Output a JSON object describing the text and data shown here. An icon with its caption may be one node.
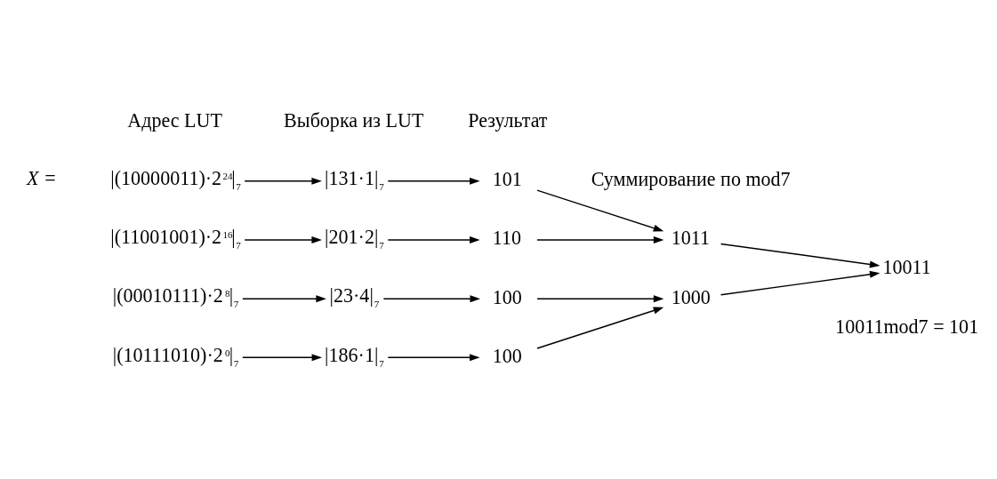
{
  "diagram": {
    "nodes": [
      {
        "text": [
          "|(10000011)·2$^{24}$|$_{7}$"
        ]
      },
      {
        "text": [
          "|131·1|$_{7}$"
        ]
      },
      {
        "text": [
          "101"
        ]
      },
      {
        "text": [
          "|(11001001)·2$^{16}$|$_{7}$"
        ]
      },
      {
        "text": [
          "|201·2|$_{7}$"
        ]
      },
      {
        "text": [
          "110"
        ]
      },
      {
        "text": [
          "|(00010111)·2$^{8}$|$_{7}$"
        ]
      },
      {
        "text": [
          "|23·4|$_{7}$"
        ]
      },
      {
        "text": [
          "100"
        ]
      },
      {
        "text": [
          "|(10111010)·2$^{0}$|$_{7}$"
        ]
      },
      {
        "text": [
          "|186·1|$_{7}$"
        ]
      },
      {
        "text": [
          "100"
        ]
      },
      {
        "text": [
          "1011"
        ]
      },
      {
        "text": [
          "1000"
        ]
      },
      {
        "text": [
          "10011"
        ]
      }
    ],
    "edges": [
      {
        "from": 0,
        "to": 1,
        "arrow": "to"
      },
      {
        "from": 1,
        "to": 2,
        "arrow": "to"
      },
      {
        "from": 3,
        "to": 4,
        "arrow": "to"
      },
      {
        "from": 4,
        "to": 5,
        "arrow": "to"
      },
      {
        "from": 6,
        "to": 7,
        "arrow": "to"
      },
      {
        "from": 7,
        "to": 8,
        "arrow": "to"
      },
      {
        "from": 9,
        "to": 10,
        "arrow": "to"
      },
      {
        "from": 10,
        "to": 11,
        "arrow": "to"
      },
      {
        "from": 2,
        "to": 12,
        "arrow": "to"
      },
      {
        "from": 5,
        "to": 12,
        "arrow": "to"
      },
      {
        "from": 8,
        "to": 13,
        "arrow": "to"
      },
      {
        "from": 11,
        "to": 13,
        "arrow": "to"
      },
      {
        "from": 12,
        "to": 14,
        "arrow": "to"
      },
      {
        "from": 13,
        "to": 14,
        "arrow": "to"
      }
    ],
    "labels": [
      "Адрес LUT",
      "Выборка из LUT",
      "Результат",
      "Суммирование по mod7",
      "*X* =",
      "10011mod7 = 101"
    ]
  }
}
